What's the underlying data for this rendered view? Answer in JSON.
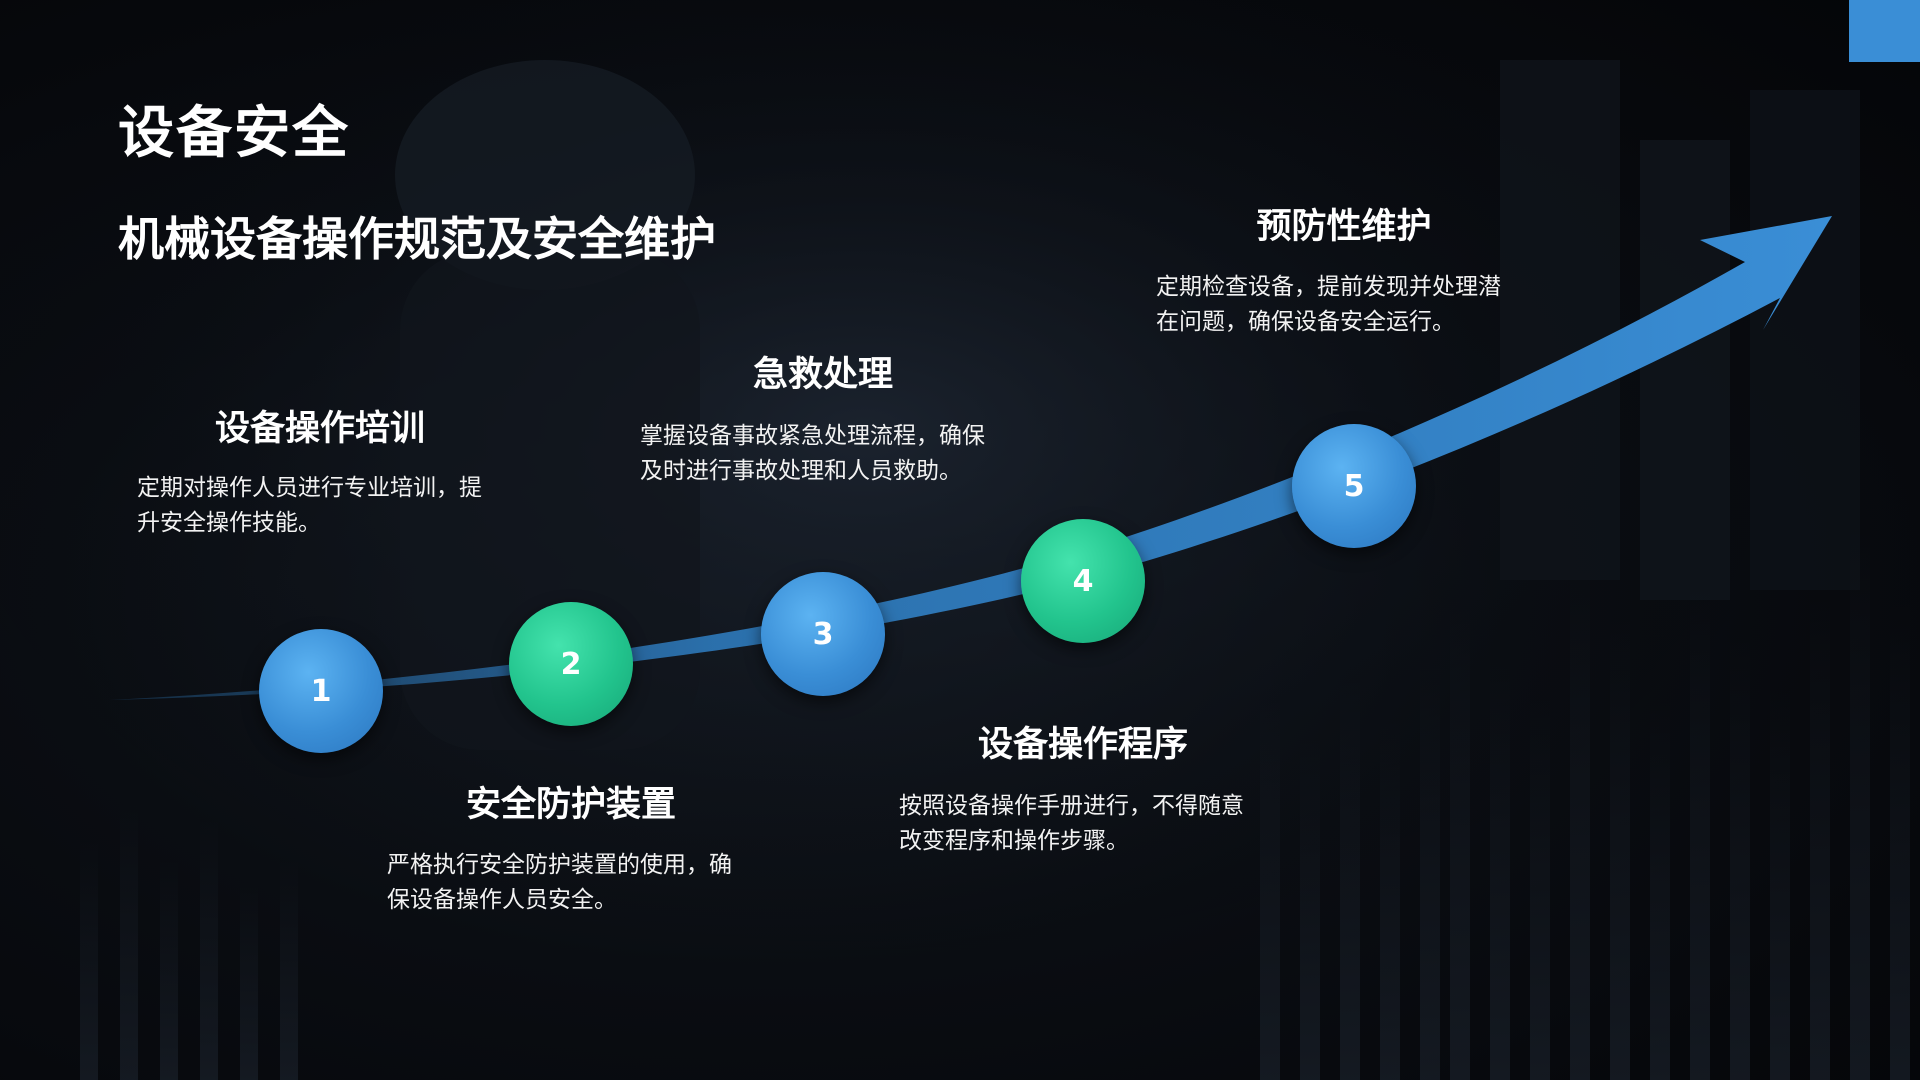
{
  "slide": {
    "title": "设备安全",
    "subtitle": "机械设备操作规范及安全维护",
    "accent_color": "#3a8ed6",
    "green_color": "#22c48d"
  },
  "steps": [
    {
      "number": "1",
      "title": "设备操作培训",
      "desc_line1": "定期对操作人员进行专业培训，提",
      "desc_line2": "升安全操作技能。",
      "color": "blue"
    },
    {
      "number": "2",
      "title": "安全防护装置",
      "desc_line1": "严格执行安全防护装置的使用，确",
      "desc_line2": "保设备操作人员安全。",
      "color": "green"
    },
    {
      "number": "3",
      "title": "急救处理",
      "desc_line1": "掌握设备事故紧急处理流程，确保",
      "desc_line2": "及时进行事故处理和人员救助。",
      "color": "blue"
    },
    {
      "number": "4",
      "title": "设备操作程序",
      "desc_line1": "按照设备操作手册进行，不得随意",
      "desc_line2": "改变程序和操作步骤。",
      "color": "green"
    },
    {
      "number": "5",
      "title": "预防性维护",
      "desc_line1": "定期检查设备，提前发现并处理潜",
      "desc_line2": "在问题，确保设备安全运行。",
      "color": "blue"
    }
  ]
}
